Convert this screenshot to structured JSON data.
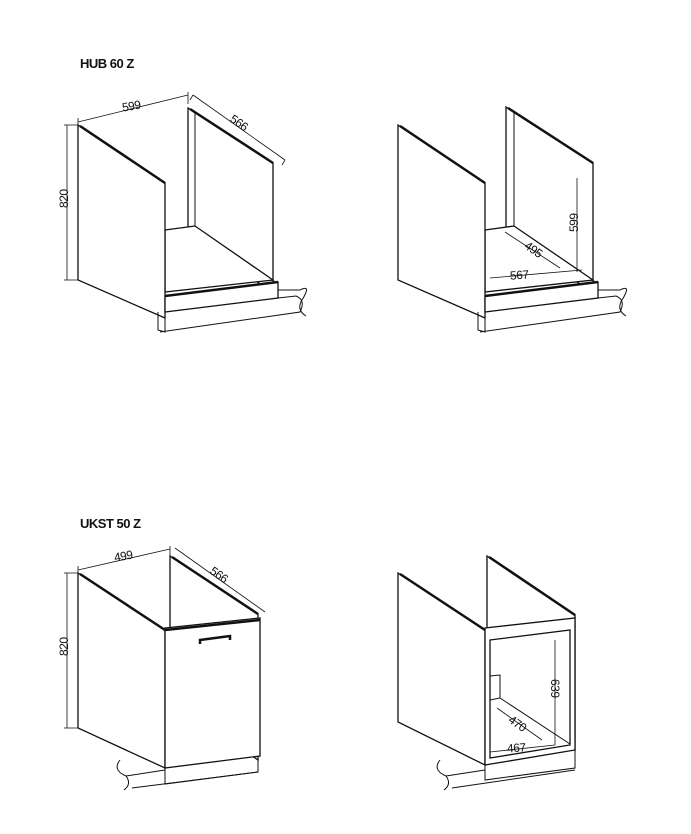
{
  "cabinets": [
    {
      "title": "HUB 60 Z",
      "width": "599",
      "depth": "566",
      "height": "820",
      "inner_height": "599",
      "inner_depth": "495",
      "inner_width": "567"
    },
    {
      "title": "UKST 50 Z",
      "width": "499",
      "depth": "566",
      "height": "820",
      "inner_height": "639",
      "inner_depth": "470",
      "inner_width": "467"
    }
  ]
}
